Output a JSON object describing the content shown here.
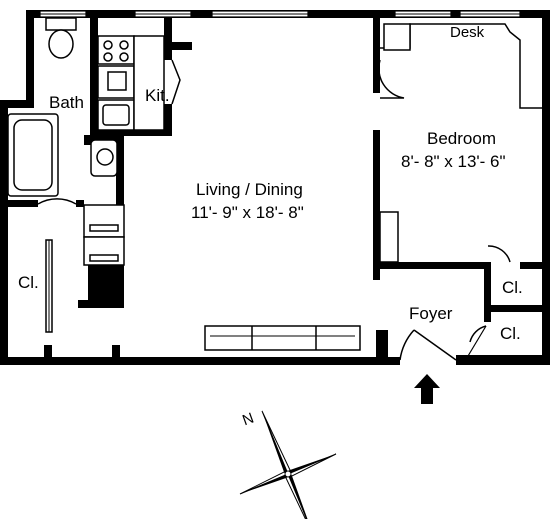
{
  "rooms": {
    "bath": "Bath",
    "kitchen": "Kit.",
    "living_name": "Living / Dining",
    "living_dim": "11'- 9\" x 18'- 8\"",
    "bedroom_name": "Bedroom",
    "bedroom_dim": "8'- 8\" x 13'- 6\"",
    "desk": "Desk",
    "foyer": "Foyer",
    "closet_left": "Cl.",
    "closet_bedroom": "Cl.",
    "closet_foyer": "Cl."
  },
  "compass": {
    "north": "N"
  }
}
